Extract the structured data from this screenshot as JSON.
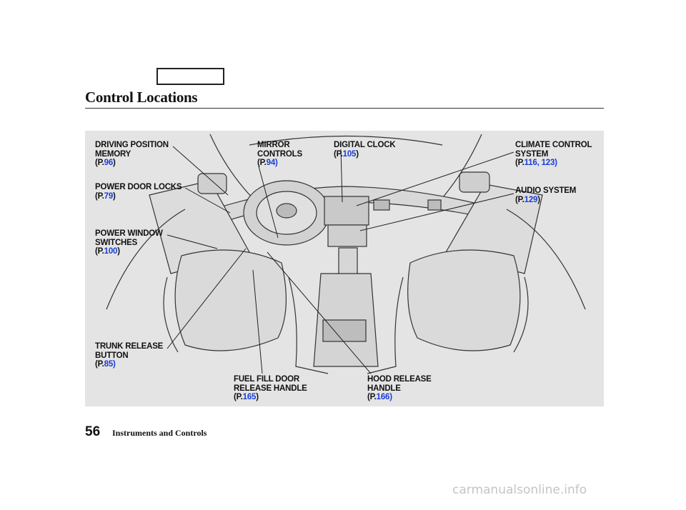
{
  "page": {
    "title": "Control Locations",
    "number": "56",
    "section": "Instruments and Controls",
    "watermark": "carmanualsonline.info"
  },
  "callouts": {
    "driving_position": {
      "line1": "DRIVING POSITION",
      "line2": "MEMORY",
      "prefix": "(P.",
      "ref": "96",
      "suffix": ")"
    },
    "power_door_locks": {
      "line1": "POWER DOOR LOCKS",
      "prefix": "(P.",
      "ref": "79",
      "suffix": ")"
    },
    "power_window": {
      "line1": "POWER WINDOW",
      "line2": "SWITCHES",
      "prefix": "(P.",
      "ref": "100",
      "suffix": ")"
    },
    "trunk_release": {
      "line1": "TRUNK RELEASE",
      "line2": "BUTTON",
      "prefix": "(P.",
      "ref": "85)"
    },
    "mirror_controls": {
      "line1": "MIRROR",
      "line2": "CONTROLS",
      "prefix": "(P.",
      "ref": "94)"
    },
    "digital_clock": {
      "line1": "DIGITAL CLOCK",
      "prefix": "(P.",
      "ref": "105",
      "suffix": ")"
    },
    "climate_control": {
      "line1": "CLIMATE CONTROL",
      "line2": "SYSTEM",
      "prefix": "(P.",
      "ref": "116, 123)"
    },
    "audio_system": {
      "line1": "AUDIO SYSTEM",
      "prefix": "(P.",
      "ref": "129",
      "suffix": ")"
    },
    "fuel_fill_door": {
      "line1": "FUEL FILL DOOR",
      "line2": "RELEASE HANDLE",
      "prefix": "(P.",
      "ref": "165",
      "suffix": ")"
    },
    "hood_release": {
      "line1": "HOOD RELEASE",
      "line2": "HANDLE",
      "prefix": "(P.",
      "ref": "166)"
    }
  },
  "colors": {
    "link": "#1a3dd6",
    "figure_bg": "#e4e4e4",
    "text": "#111111"
  }
}
